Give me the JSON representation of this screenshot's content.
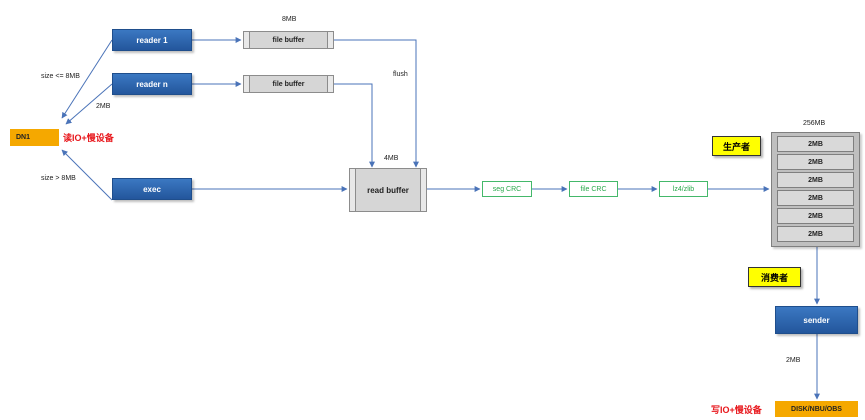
{
  "nodes": {
    "reader1": "reader 1",
    "readern": "reader n",
    "exec": "exec",
    "file_buffer_1": "file buffer",
    "file_buffer_2": "file buffer",
    "read_buffer": "read buffer",
    "dn1": "DN1",
    "seg_crc": "seg CRC",
    "file_crc": "file CRC",
    "compress": "lz4/zlib",
    "producer": "生产者",
    "consumer": "消费者",
    "sender": "sender",
    "target": "DISK/NBU/OBS"
  },
  "pool": {
    "label": "256MB",
    "cells": [
      "2MB",
      "2MB",
      "2MB",
      "2MB",
      "2MB",
      "2MB"
    ]
  },
  "labels": {
    "file_buffer_size": "8MB",
    "read_buffer_size": "4MB",
    "flush": "flush",
    "size_small": "size <= 8MB",
    "size_two": "2MB",
    "size_large": "size > 8MB",
    "sender_size": "2MB",
    "read_device": "读IO+慢设备",
    "write_device": "写IO+慢设备"
  },
  "colors": {
    "blue": "#2a62a9",
    "arrow": "#4a73b8",
    "green": "#28a84a",
    "red": "#e8161b",
    "yellow": "#ffff00",
    "orange": "#f5a800"
  }
}
